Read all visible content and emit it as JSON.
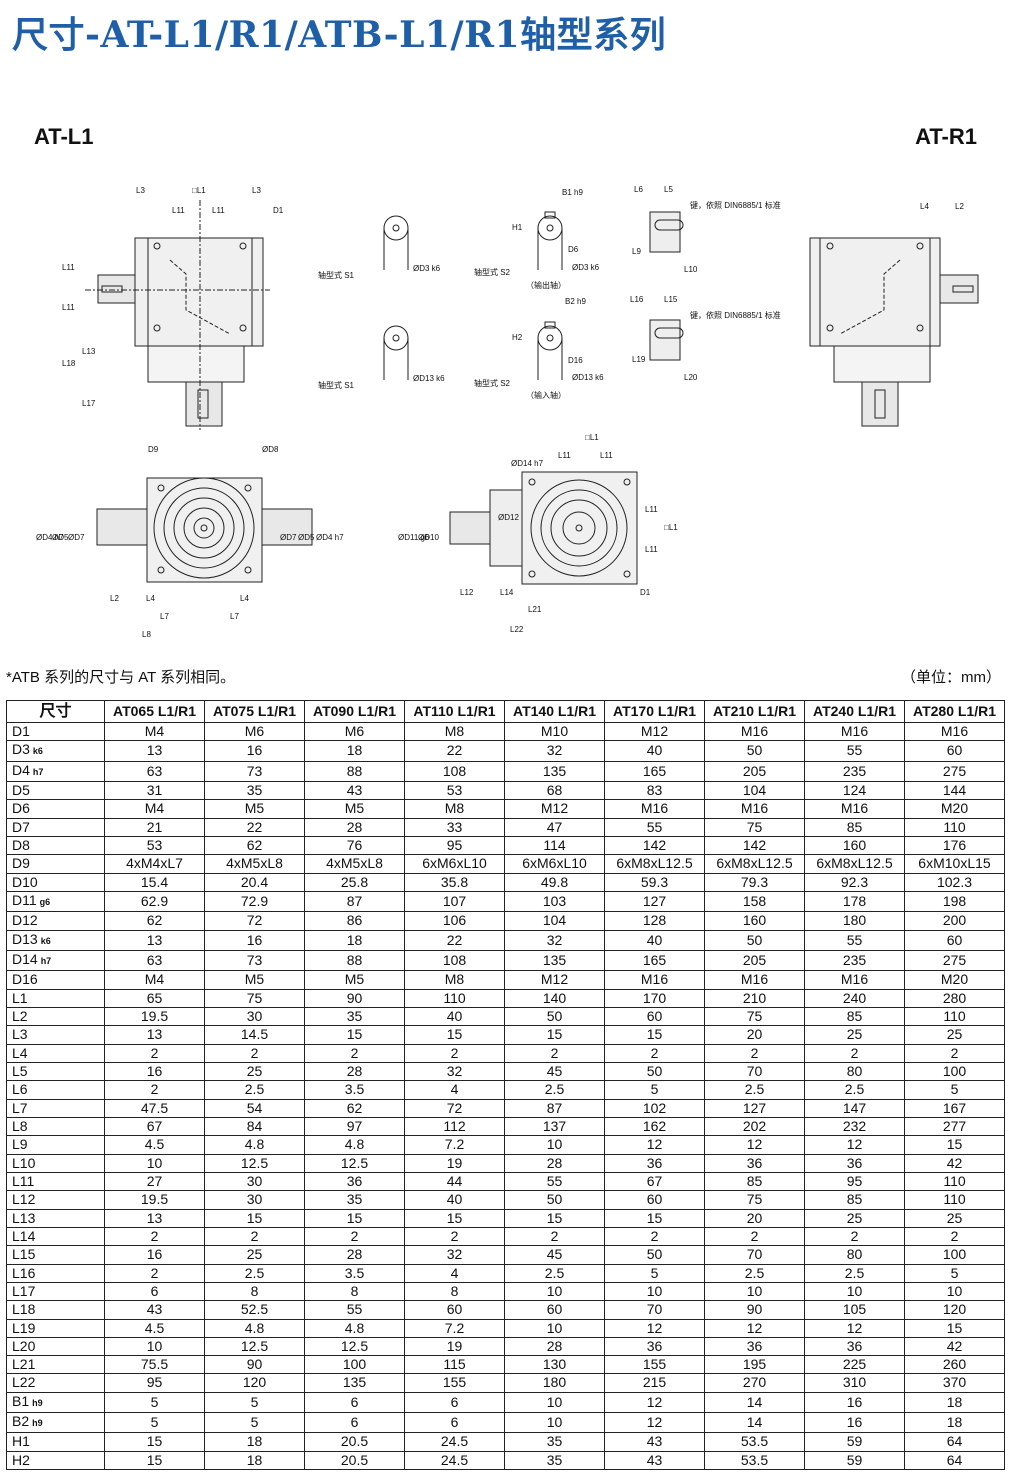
{
  "title": "尺寸-AT-L1/R1/ATB-L1/R1轴型系列",
  "variant_left": "AT-L1",
  "variant_right": "AT-R1",
  "drawing_labels": {
    "l3": "L3",
    "l1box": "□L1",
    "l11": "L11",
    "d1": "D1",
    "l18": "L18",
    "l13": "L13",
    "l17": "L17",
    "s1_label": "轴型式 S1",
    "d3": "ØD3 k6",
    "s2_label": "轴型式 S2",
    "output_shaft": "（输出轴）",
    "b1": "B1 h9",
    "h1": "H1",
    "d6": "D6",
    "d13": "ØD13 k6",
    "b2": "B2 h9",
    "h2": "H2",
    "d16": "D16",
    "input_shaft": "（输入轴）",
    "l6": "L6",
    "l5": "L5",
    "key_note": "键，依照 DIN6885/1 标准",
    "l9": "L9",
    "l10": "L10",
    "l16": "L16",
    "l15": "L15",
    "l19": "L19",
    "l20": "L20",
    "l4": "L4",
    "l2": "L2",
    "d9": "D9",
    "d8": "ØD8",
    "d4": "ØD4 h7",
    "d5": "ØD5",
    "d7": "ØD7",
    "l7": "L7",
    "l8": "L8",
    "d14": "ØD14 h7",
    "d11": "ØD11 g6",
    "d10": "ØD10",
    "d12": "ØD12",
    "l12": "L12",
    "l14": "L14",
    "l21": "L21",
    "l22": "L22"
  },
  "note": "*ATB 系列的尺寸与 AT 系列相同。",
  "unit": "（单位：mm）",
  "table": {
    "header_first": "尺寸",
    "columns": [
      "AT065 L1/R1",
      "AT075 L1/R1",
      "AT090 L1/R1",
      "AT110 L1/R1",
      "AT140 L1/R1",
      "AT170 L1/R1",
      "AT210 L1/R1",
      "AT240 L1/R1",
      "AT280 L1/R1"
    ],
    "rows": [
      {
        "name": "D1",
        "sub": "",
        "values": [
          "M4",
          "M6",
          "M6",
          "M8",
          "M10",
          "M12",
          "M16",
          "M16",
          "M16"
        ]
      },
      {
        "name": "D3",
        "sub": "k6",
        "values": [
          "13",
          "16",
          "18",
          "22",
          "32",
          "40",
          "50",
          "55",
          "60"
        ]
      },
      {
        "name": "D4",
        "sub": "h7",
        "values": [
          "63",
          "73",
          "88",
          "108",
          "135",
          "165",
          "205",
          "235",
          "275"
        ]
      },
      {
        "name": "D5",
        "sub": "",
        "values": [
          "31",
          "35",
          "43",
          "53",
          "68",
          "83",
          "104",
          "124",
          "144"
        ]
      },
      {
        "name": "D6",
        "sub": "",
        "values": [
          "M4",
          "M5",
          "M5",
          "M8",
          "M12",
          "M16",
          "M16",
          "M16",
          "M20"
        ]
      },
      {
        "name": "D7",
        "sub": "",
        "values": [
          "21",
          "22",
          "28",
          "33",
          "47",
          "55",
          "75",
          "85",
          "110"
        ]
      },
      {
        "name": "D8",
        "sub": "",
        "values": [
          "53",
          "62",
          "76",
          "95",
          "114",
          "142",
          "142",
          "160",
          "176"
        ]
      },
      {
        "name": "D9",
        "sub": "",
        "values": [
          "4xM4xL7",
          "4xM5xL8",
          "4xM5xL8",
          "6xM6xL10",
          "6xM6xL10",
          "6xM8xL12.5",
          "6xM8xL12.5",
          "6xM8xL12.5",
          "6xM10xL15"
        ]
      },
      {
        "name": "D10",
        "sub": "",
        "values": [
          "15.4",
          "20.4",
          "25.8",
          "35.8",
          "49.8",
          "59.3",
          "79.3",
          "92.3",
          "102.3"
        ]
      },
      {
        "name": "D11",
        "sub": "g6",
        "values": [
          "62.9",
          "72.9",
          "87",
          "107",
          "103",
          "127",
          "158",
          "178",
          "198"
        ]
      },
      {
        "name": "D12",
        "sub": "",
        "values": [
          "62",
          "72",
          "86",
          "106",
          "104",
          "128",
          "160",
          "180",
          "200"
        ]
      },
      {
        "name": "D13",
        "sub": "k6",
        "values": [
          "13",
          "16",
          "18",
          "22",
          "32",
          "40",
          "50",
          "55",
          "60"
        ]
      },
      {
        "name": "D14",
        "sub": "h7",
        "values": [
          "63",
          "73",
          "88",
          "108",
          "135",
          "165",
          "205",
          "235",
          "275"
        ]
      },
      {
        "name": "D16",
        "sub": "",
        "values": [
          "M4",
          "M5",
          "M5",
          "M8",
          "M12",
          "M16",
          "M16",
          "M16",
          "M20"
        ]
      },
      {
        "name": "L1",
        "sub": "",
        "values": [
          "65",
          "75",
          "90",
          "110",
          "140",
          "170",
          "210",
          "240",
          "280"
        ]
      },
      {
        "name": "L2",
        "sub": "",
        "values": [
          "19.5",
          "30",
          "35",
          "40",
          "50",
          "60",
          "75",
          "85",
          "110"
        ]
      },
      {
        "name": "L3",
        "sub": "",
        "values": [
          "13",
          "14.5",
          "15",
          "15",
          "15",
          "15",
          "20",
          "25",
          "25"
        ]
      },
      {
        "name": "L4",
        "sub": "",
        "values": [
          "2",
          "2",
          "2",
          "2",
          "2",
          "2",
          "2",
          "2",
          "2"
        ]
      },
      {
        "name": "L5",
        "sub": "",
        "values": [
          "16",
          "25",
          "28",
          "32",
          "45",
          "50",
          "70",
          "80",
          "100"
        ]
      },
      {
        "name": "L6",
        "sub": "",
        "values": [
          "2",
          "2.5",
          "3.5",
          "4",
          "2.5",
          "5",
          "2.5",
          "2.5",
          "5"
        ]
      },
      {
        "name": "L7",
        "sub": "",
        "values": [
          "47.5",
          "54",
          "62",
          "72",
          "87",
          "102",
          "127",
          "147",
          "167"
        ]
      },
      {
        "name": "L8",
        "sub": "",
        "values": [
          "67",
          "84",
          "97",
          "112",
          "137",
          "162",
          "202",
          "232",
          "277"
        ]
      },
      {
        "name": "L9",
        "sub": "",
        "values": [
          "4.5",
          "4.8",
          "4.8",
          "7.2",
          "10",
          "12",
          "12",
          "12",
          "15"
        ]
      },
      {
        "name": "L10",
        "sub": "",
        "values": [
          "10",
          "12.5",
          "12.5",
          "19",
          "28",
          "36",
          "36",
          "36",
          "42"
        ]
      },
      {
        "name": "L11",
        "sub": "",
        "values": [
          "27",
          "30",
          "36",
          "44",
          "55",
          "67",
          "85",
          "95",
          "110"
        ]
      },
      {
        "name": "L12",
        "sub": "",
        "values": [
          "19.5",
          "30",
          "35",
          "40",
          "50",
          "60",
          "75",
          "85",
          "110"
        ]
      },
      {
        "name": "L13",
        "sub": "",
        "values": [
          "13",
          "15",
          "15",
          "15",
          "15",
          "15",
          "20",
          "25",
          "25"
        ]
      },
      {
        "name": "L14",
        "sub": "",
        "values": [
          "2",
          "2",
          "2",
          "2",
          "2",
          "2",
          "2",
          "2",
          "2"
        ]
      },
      {
        "name": "L15",
        "sub": "",
        "values": [
          "16",
          "25",
          "28",
          "32",
          "45",
          "50",
          "70",
          "80",
          "100"
        ]
      },
      {
        "name": "L16",
        "sub": "",
        "values": [
          "2",
          "2.5",
          "3.5",
          "4",
          "2.5",
          "5",
          "2.5",
          "2.5",
          "5"
        ]
      },
      {
        "name": "L17",
        "sub": "",
        "values": [
          "6",
          "8",
          "8",
          "8",
          "10",
          "10",
          "10",
          "10",
          "10"
        ]
      },
      {
        "name": "L18",
        "sub": "",
        "values": [
          "43",
          "52.5",
          "55",
          "60",
          "60",
          "70",
          "90",
          "105",
          "120"
        ]
      },
      {
        "name": "L19",
        "sub": "",
        "values": [
          "4.5",
          "4.8",
          "4.8",
          "7.2",
          "10",
          "12",
          "12",
          "12",
          "15"
        ]
      },
      {
        "name": "L20",
        "sub": "",
        "values": [
          "10",
          "12.5",
          "12.5",
          "19",
          "28",
          "36",
          "36",
          "36",
          "42"
        ]
      },
      {
        "name": "L21",
        "sub": "",
        "values": [
          "75.5",
          "90",
          "100",
          "115",
          "130",
          "155",
          "195",
          "225",
          "260"
        ]
      },
      {
        "name": "L22",
        "sub": "",
        "values": [
          "95",
          "120",
          "135",
          "155",
          "180",
          "215",
          "270",
          "310",
          "370"
        ]
      },
      {
        "name": "B1",
        "sub": "h9",
        "values": [
          "5",
          "5",
          "6",
          "6",
          "10",
          "12",
          "14",
          "16",
          "18"
        ]
      },
      {
        "name": "B2",
        "sub": "h9",
        "values": [
          "5",
          "5",
          "6",
          "6",
          "10",
          "12",
          "14",
          "16",
          "18"
        ]
      },
      {
        "name": "H1",
        "sub": "",
        "values": [
          "15",
          "18",
          "20.5",
          "24.5",
          "35",
          "43",
          "53.5",
          "59",
          "64"
        ]
      },
      {
        "name": "H2",
        "sub": "",
        "values": [
          "15",
          "18",
          "20.5",
          "24.5",
          "35",
          "43",
          "53.5",
          "59",
          "64"
        ]
      }
    ]
  }
}
